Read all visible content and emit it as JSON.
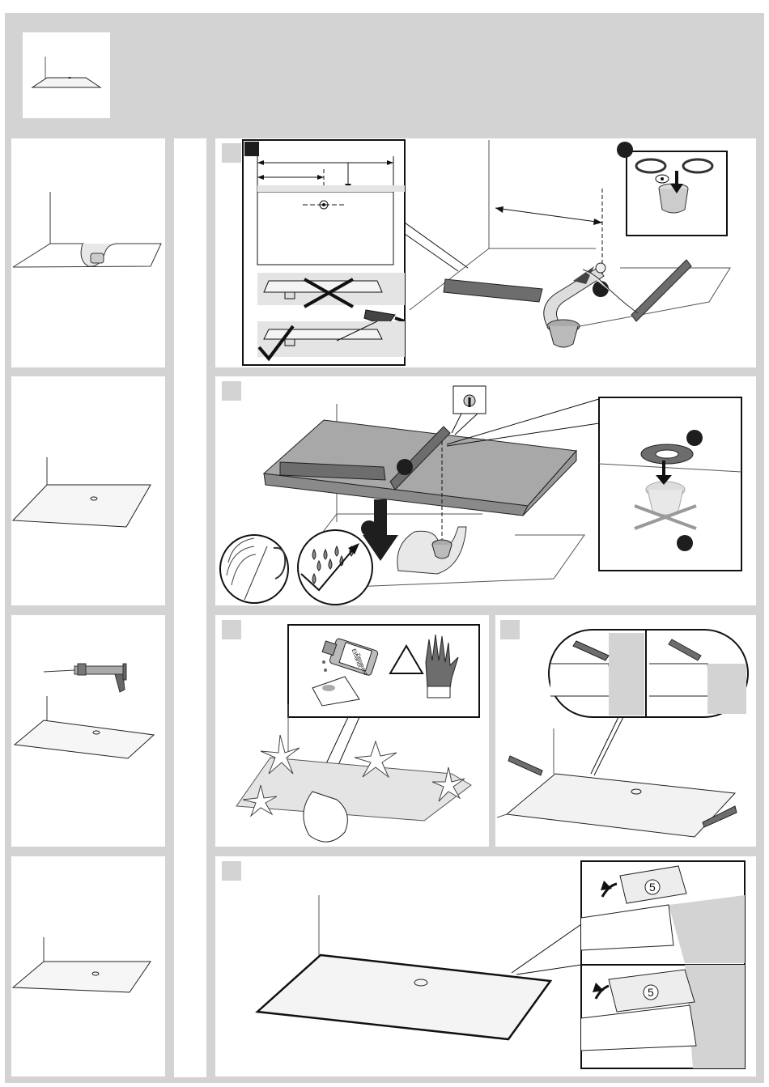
{
  "page": {
    "thumbnail_icon": "shower-tray-overview-icon",
    "step_markers": [
      "step-1-marker",
      "step-2-marker",
      "step-3-marker",
      "step-4-marker",
      "step-5-marker"
    ]
  },
  "badges": {
    "ethanol_label": "Ethanol",
    "ethanol_sublabel": "Denatured",
    "circled_five_a": "5",
    "circled_five_b": "5"
  },
  "colors": {
    "frame": "#d3d3d3",
    "panel": "#ffffff",
    "stroke": "#1e1e1e",
    "tray": "#f2f2f2"
  }
}
